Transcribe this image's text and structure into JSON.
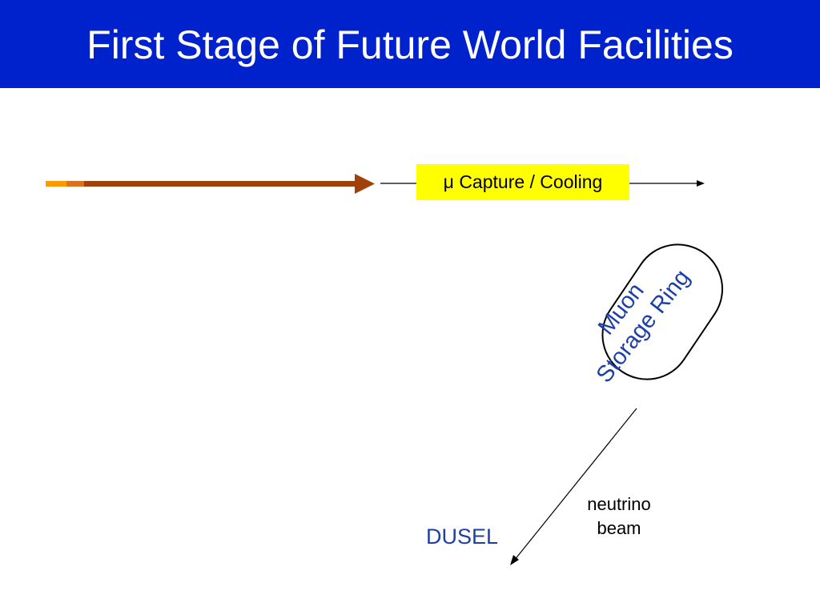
{
  "slide": {
    "title": "First Stage of Future World Facilities"
  },
  "diagram": {
    "capture_cooling_label": "μ Capture / Cooling",
    "storage_ring_label_line1": "Muon",
    "storage_ring_label_line2": "Storage Ring",
    "beam_label_line1": "neutrino",
    "beam_label_line2": "beam",
    "destination_label": "DUSEL"
  },
  "colors": {
    "title_bar": "#0022cc",
    "title_text": "#ffffff",
    "capture_box": "#ffff00",
    "proton_beam_arrow": "#a0400b",
    "beam_stub_1": "#ff9900",
    "beam_stub_2": "#d9731e",
    "diagram_text": "#1d3fa8"
  }
}
